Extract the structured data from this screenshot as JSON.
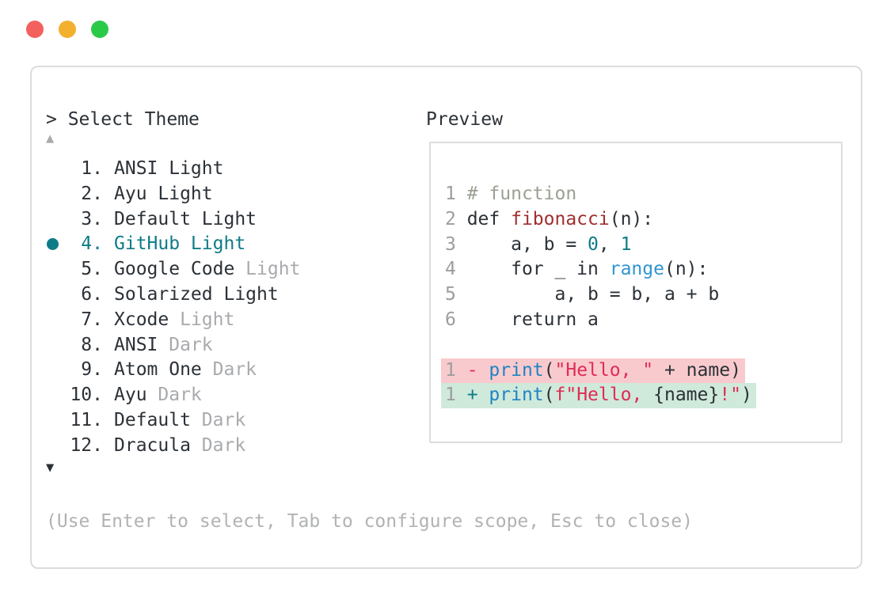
{
  "colors": {
    "dark": "#2b3137",
    "gray": "#a8aaad",
    "help": "#b0b2b4",
    "line_number": "#9b9da0",
    "comment": "#9aa194",
    "function": "#a12f2f",
    "teal": "#0e7c86",
    "blue": "#1f84c4",
    "blue2": "#2f96d1",
    "crimson": "#e02c55",
    "removed_bg": "#f9cacd",
    "added_bg": "#cfe9da",
    "border": "#dcdcdc",
    "traffic_red": "#f2615d",
    "traffic_yellow": "#f2b02e",
    "traffic_green": "#2bc948"
  },
  "window_controls": [
    {
      "name": "close"
    },
    {
      "name": "minimize"
    },
    {
      "name": "zoom"
    }
  ],
  "left_panel": {
    "prompt": "> Select Theme",
    "scroll_up_glyph": "▲",
    "scroll_down_glyph": "▼",
    "help_text": "(Use Enter to select, Tab to configure scope, Esc to close)",
    "items": [
      {
        "number": "1.",
        "number_color": "dark",
        "selected": false,
        "parts": [
          {
            "t": "ANSI Light",
            "c": "dark"
          }
        ]
      },
      {
        "number": "2.",
        "number_color": "dark",
        "selected": false,
        "parts": [
          {
            "t": "Ayu Light",
            "c": "dark"
          }
        ]
      },
      {
        "number": "3.",
        "number_color": "dark",
        "selected": false,
        "parts": [
          {
            "t": "Default Light",
            "c": "dark"
          }
        ]
      },
      {
        "number": "4.",
        "number_color": "teal",
        "selected": true,
        "parts": [
          {
            "t": "GitHub Light",
            "c": "teal"
          }
        ]
      },
      {
        "number": "5.",
        "number_color": "dark",
        "selected": false,
        "parts": [
          {
            "t": "Google Code ",
            "c": "dark"
          },
          {
            "t": "Light",
            "c": "gray"
          }
        ]
      },
      {
        "number": "6.",
        "number_color": "dark",
        "selected": false,
        "parts": [
          {
            "t": "Solarized Light",
            "c": "dark"
          }
        ]
      },
      {
        "number": "7.",
        "number_color": "dark",
        "selected": false,
        "parts": [
          {
            "t": "Xcode ",
            "c": "dark"
          },
          {
            "t": "Light",
            "c": "gray"
          }
        ]
      },
      {
        "number": "8.",
        "number_color": "dark",
        "selected": false,
        "parts": [
          {
            "t": "ANSI ",
            "c": "dark"
          },
          {
            "t": "Dark",
            "c": "gray"
          }
        ]
      },
      {
        "number": "9.",
        "number_color": "dark",
        "selected": false,
        "parts": [
          {
            "t": "Atom One ",
            "c": "dark"
          },
          {
            "t": "Dark",
            "c": "gray"
          }
        ]
      },
      {
        "number": "10.",
        "number_color": "dark",
        "selected": false,
        "parts": [
          {
            "t": "Ayu ",
            "c": "dark"
          },
          {
            "t": "Dark",
            "c": "gray"
          }
        ]
      },
      {
        "number": "11.",
        "number_color": "dark",
        "selected": false,
        "parts": [
          {
            "t": "Default ",
            "c": "dark"
          },
          {
            "t": "Dark",
            "c": "gray"
          }
        ]
      },
      {
        "number": "12.",
        "number_color": "dark",
        "selected": false,
        "parts": [
          {
            "t": "Dracula ",
            "c": "dark"
          },
          {
            "t": "Dark",
            "c": "gray"
          }
        ]
      }
    ]
  },
  "preview": {
    "title": "Preview",
    "code_lines": [
      {
        "tokens": [
          {
            "t": "1 ",
            "c": "ln"
          },
          {
            "t": "# function",
            "c": "com"
          }
        ]
      },
      {
        "tokens": [
          {
            "t": "2 ",
            "c": "ln"
          },
          {
            "t": "def ",
            "c": "dark"
          },
          {
            "t": "fibonacci",
            "c": "func"
          },
          {
            "t": "(n):",
            "c": "dark"
          }
        ]
      },
      {
        "tokens": [
          {
            "t": "3 ",
            "c": "ln"
          },
          {
            "t": "    a, b = ",
            "c": "dark"
          },
          {
            "t": "0",
            "c": "teal"
          },
          {
            "t": ", ",
            "c": "dark"
          },
          {
            "t": "1",
            "c": "teal"
          }
        ]
      },
      {
        "tokens": [
          {
            "t": "4 ",
            "c": "ln"
          },
          {
            "t": "    for _ in ",
            "c": "dark"
          },
          {
            "t": "range",
            "c": "blue2"
          },
          {
            "t": "(n):",
            "c": "dark"
          }
        ]
      },
      {
        "tokens": [
          {
            "t": "5 ",
            "c": "ln"
          },
          {
            "t": "        a, b = b, a + b",
            "c": "dark"
          }
        ]
      },
      {
        "tokens": [
          {
            "t": "6 ",
            "c": "ln"
          },
          {
            "t": "    return a",
            "c": "dark"
          }
        ]
      },
      {
        "tokens": []
      },
      {
        "diff": "removed",
        "tokens": [
          {
            "t": "1 ",
            "c": "ln"
          },
          {
            "t": "- ",
            "c": "crimson"
          },
          {
            "t": "print",
            "c": "blue"
          },
          {
            "t": "(",
            "c": "dark"
          },
          {
            "t": "\"Hello, \"",
            "c": "crimson"
          },
          {
            "t": " + name)",
            "c": "dark"
          }
        ]
      },
      {
        "diff": "added",
        "tokens": [
          {
            "t": "1 ",
            "c": "ln"
          },
          {
            "t": "+ ",
            "c": "teal"
          },
          {
            "t": "print",
            "c": "blue"
          },
          {
            "t": "(",
            "c": "dark"
          },
          {
            "t": "f\"Hello, ",
            "c": "crimson"
          },
          {
            "t": "{name}",
            "c": "dark"
          },
          {
            "t": "!\"",
            "c": "crimson"
          },
          {
            "t": ")",
            "c": "dark"
          }
        ]
      }
    ]
  }
}
